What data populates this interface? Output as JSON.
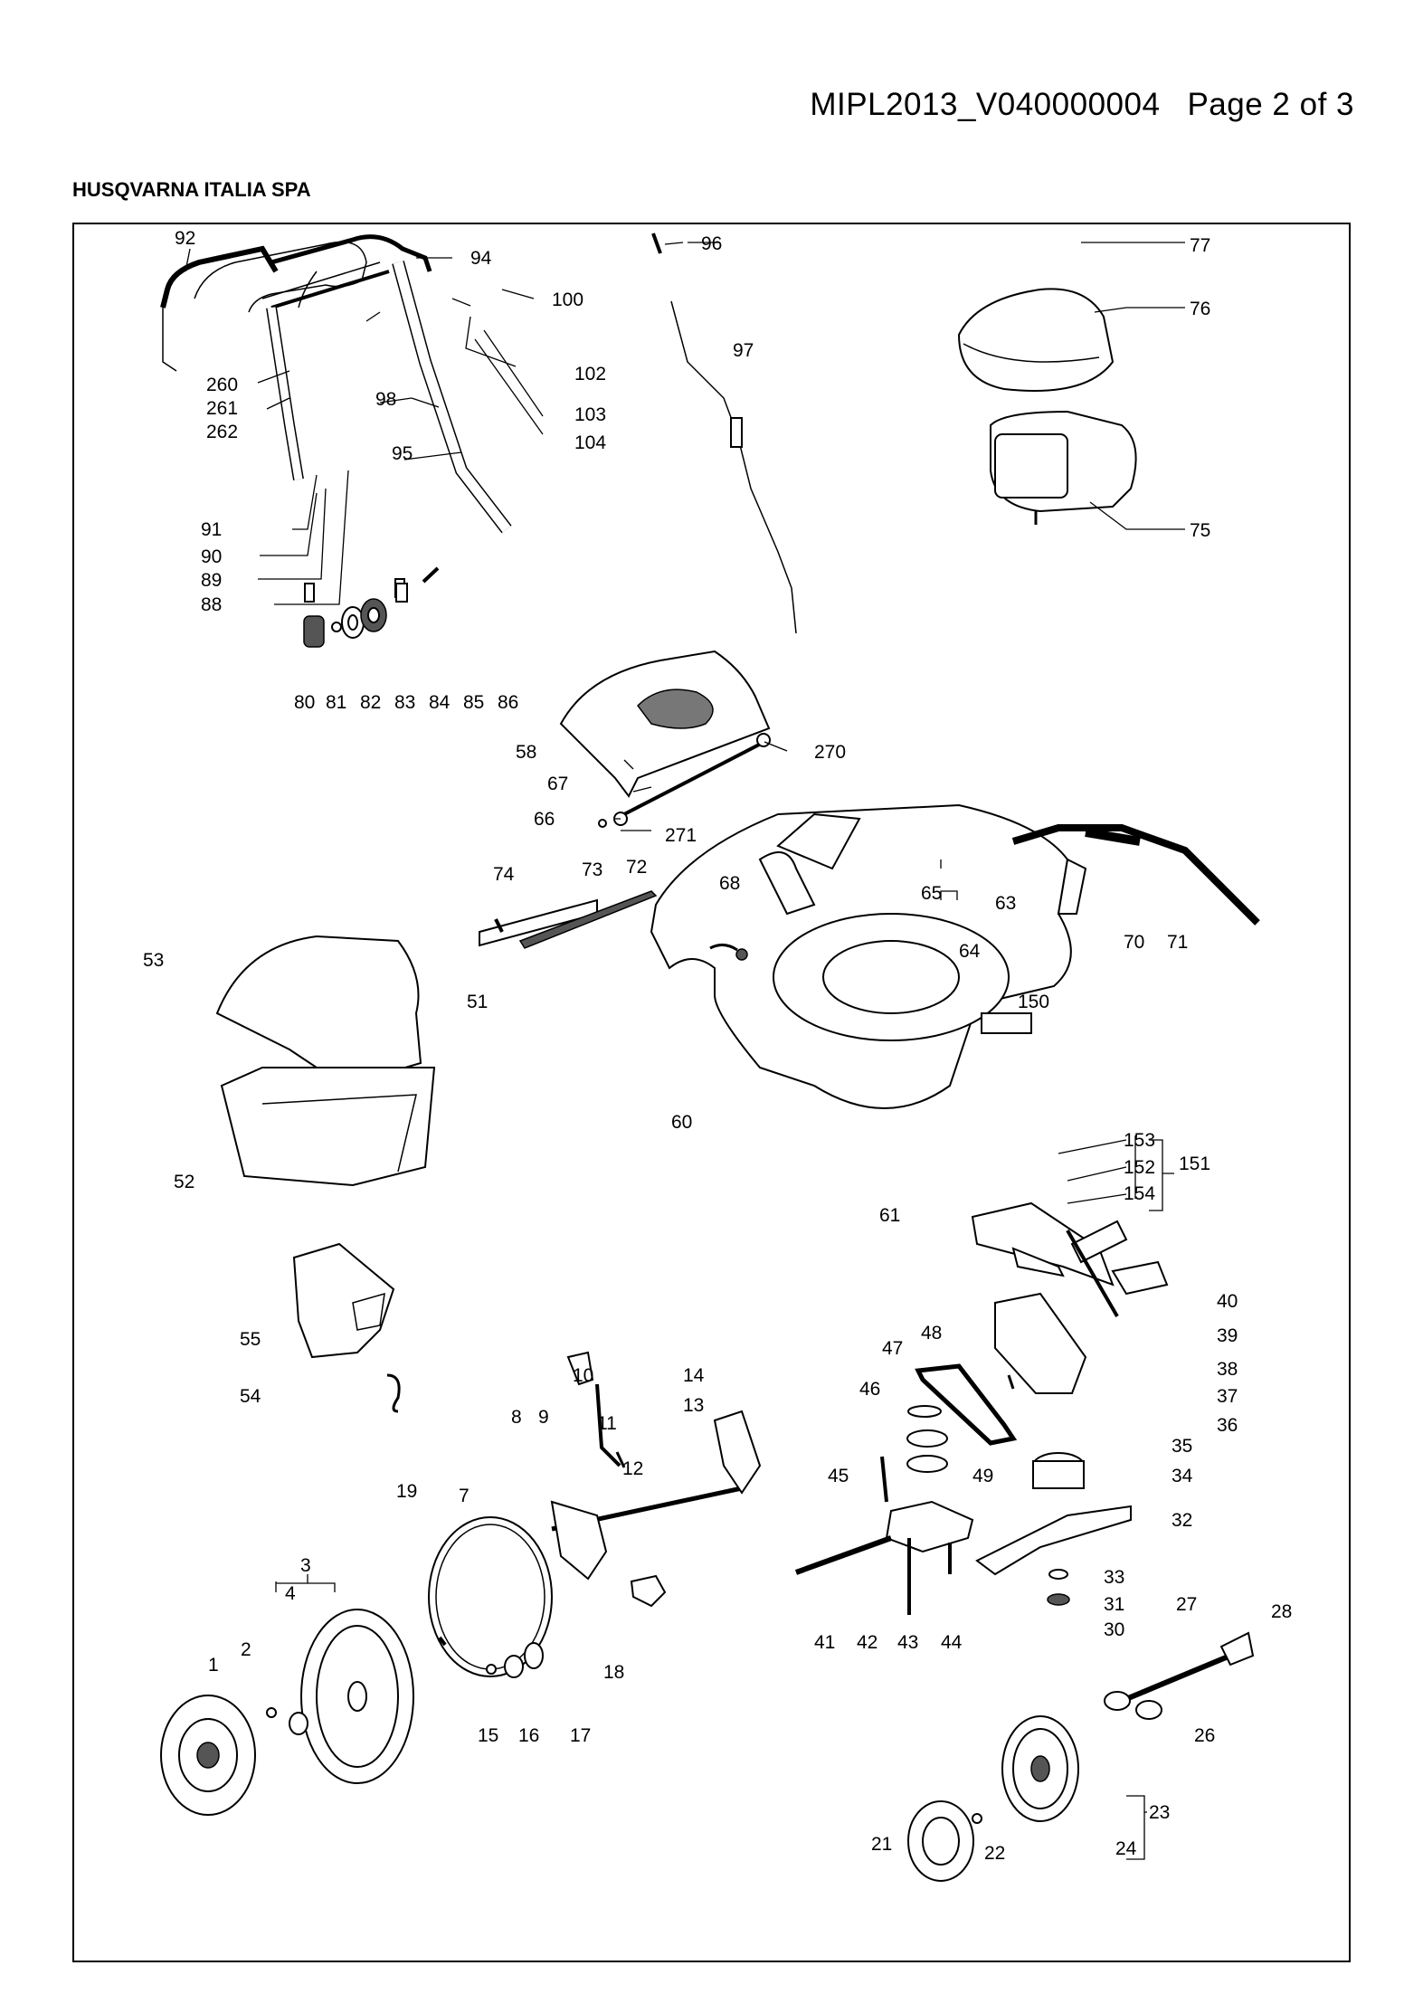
{
  "header": {
    "doc_id": "MIPL2013_V040000004",
    "page_label": "Page 2 of 3"
  },
  "company": "HUSQVARNA ITALIA SPA",
  "callouts": [
    "1",
    "2",
    "3",
    "4",
    "7",
    "8",
    "9",
    "10",
    "11",
    "12",
    "13",
    "14",
    "15",
    "16",
    "17",
    "18",
    "19",
    "21",
    "22",
    "23",
    "24",
    "26",
    "27",
    "28",
    "30",
    "31",
    "32",
    "33",
    "34",
    "35",
    "36",
    "37",
    "38",
    "39",
    "40",
    "41",
    "42",
    "43",
    "44",
    "45",
    "46",
    "47",
    "48",
    "49",
    "51",
    "52",
    "53",
    "54",
    "55",
    "58",
    "60",
    "61",
    "63",
    "64",
    "65",
    "66",
    "67",
    "68",
    "70",
    "71",
    "72",
    "73",
    "74",
    "75",
    "76",
    "77",
    "80",
    "81",
    "82",
    "83",
    "84",
    "85",
    "86",
    "88",
    "89",
    "90",
    "91",
    "92",
    "94",
    "95",
    "96",
    "97",
    "98",
    "100",
    "102",
    "103",
    "104",
    "150",
    "151",
    "152",
    "153",
    "154",
    "260",
    "261",
    "262",
    "270",
    "271"
  ]
}
